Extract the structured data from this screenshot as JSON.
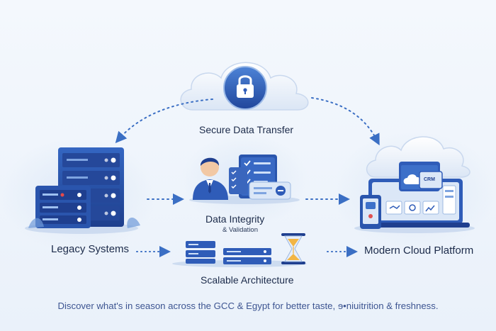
{
  "nodes": {
    "secure_transfer": "Secure Data Transfer",
    "data_integrity": "Data Integrity",
    "validation": "& Validation",
    "scalable": "Scalable Architecture",
    "legacy": "Legacy Systems",
    "cloud": "Modern Cloud Platform"
  },
  "screen": {
    "crm": "CRM"
  },
  "footer": {
    "caption": "Discover what's in season across the GCC & Egypt for better taste, ɘ•niuitrition & freshness."
  },
  "colors": {
    "primary": "#2f5cb8",
    "dark": "#1f3f8f",
    "light": "#dbe7f7",
    "accent": "#4a86d8"
  }
}
